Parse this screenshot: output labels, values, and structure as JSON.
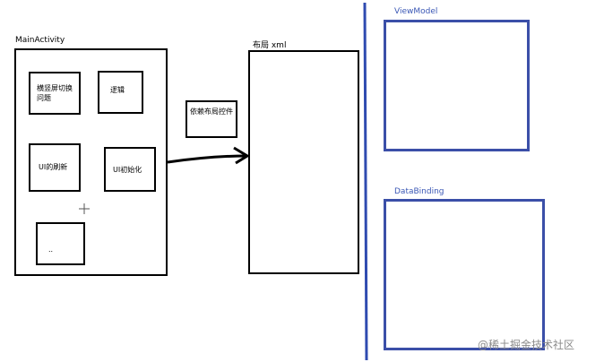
{
  "main_activity": {
    "title": "MainActivity",
    "items": [
      "横竖屏切换\n问题",
      "逻辑",
      "UI的刷新",
      "UI初始化",
      ".."
    ]
  },
  "dependency": {
    "label": "依赖布局控件"
  },
  "layout_xml": {
    "title": "布局 xml"
  },
  "viewmodel": {
    "title": "ViewModel"
  },
  "databinding": {
    "title": "DataBinding"
  },
  "watermark": "@稀土掘金技术社区",
  "colors": {
    "outline": "#000000",
    "accent_blue": "#3b4fa8",
    "divider_blue": "#2f4bb0"
  }
}
